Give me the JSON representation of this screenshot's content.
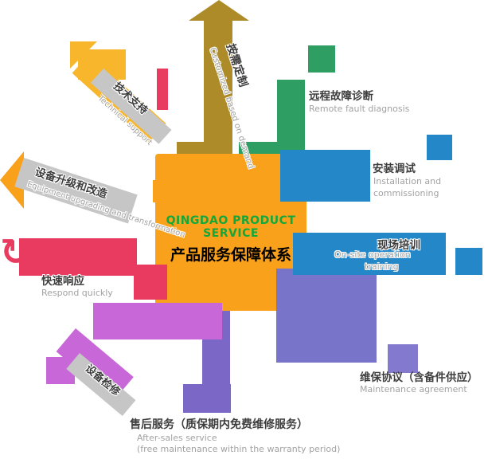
{
  "center": {
    "title_en": "QINGDAO PRODUCT SERVICE",
    "title_zh": "产品服务保障体系"
  },
  "arms": {
    "demand": {
      "zh": "按需定制",
      "en": "Customized based on demand"
    },
    "tech_support": {
      "zh": "技术支持",
      "en": "Technical support"
    },
    "upgrade": {
      "zh": "设备升级和改造",
      "en": "Equipment upgrading and transformation"
    },
    "response": {
      "zh": "快速响应",
      "en": "Respond quickly"
    },
    "overhaul": {
      "zh": "设备检修"
    },
    "after_sales": {
      "zh": "售后服务（质保期内免费维修服务）",
      "en1": "After-sales service",
      "en2": "(free maintenance within the warranty period)"
    },
    "agreement": {
      "zh": "维保协议（含备件供应）",
      "en": "Maintenance agreement"
    },
    "training": {
      "zh": "现场培训",
      "en1": "On-site operation",
      "en2": "training"
    },
    "install": {
      "zh": "安装调试",
      "en1": "Installation and",
      "en2": "commissioning"
    },
    "diagnosis": {
      "zh": "远程故障诊断",
      "en": "Remote fault diagnosis"
    }
  },
  "icons": {
    "cycle": "↻"
  },
  "colors": {
    "center_orange": "#F9A11B",
    "gold": "#AD8B28",
    "yellow": "#F8B62D",
    "ribbon_gray": "#C6C6C6",
    "red": "#E93A5F",
    "orchid": "#C868D8",
    "purple": "#7B68C6",
    "slate_purple": "#7774C9",
    "blue": "#2387C8",
    "green": "#2F9E63",
    "title_green": "#14A83B"
  }
}
